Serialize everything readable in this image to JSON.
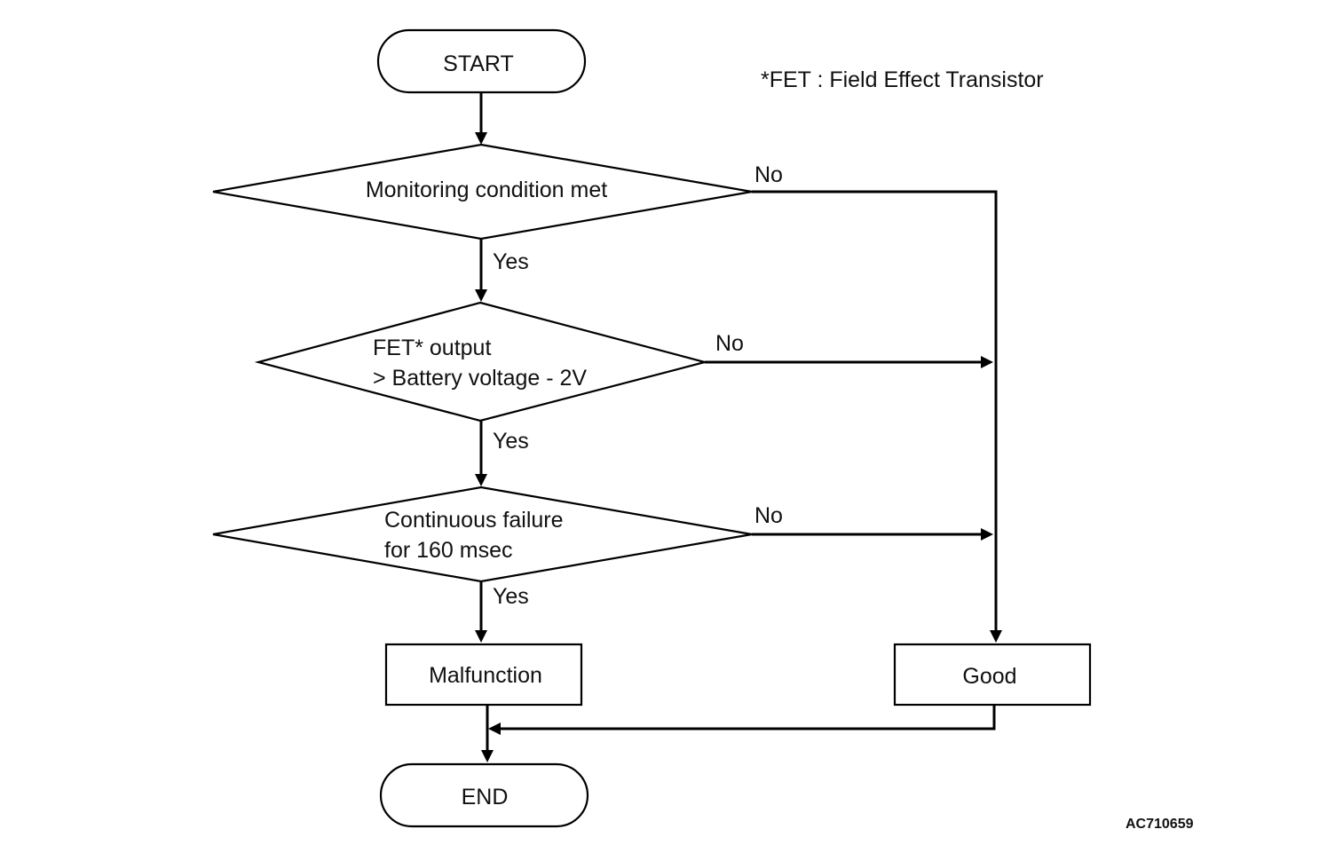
{
  "note": "*FET : Field Effect Transistor",
  "figure_code": "AC710659",
  "nodes": {
    "start": {
      "label": "START"
    },
    "decision_monitoring": {
      "label": "Monitoring condition met"
    },
    "decision_fet": {
      "lines": [
        "FET* output",
        "> Battery voltage - 2V"
      ]
    },
    "decision_continuous": {
      "lines": [
        "Continuous failure",
        "for 160 msec"
      ]
    },
    "malfunction": {
      "label": "Malfunction"
    },
    "good": {
      "label": "Good"
    },
    "end": {
      "label": "END"
    }
  },
  "edges": {
    "yes_label": "Yes",
    "no_label": "No"
  }
}
